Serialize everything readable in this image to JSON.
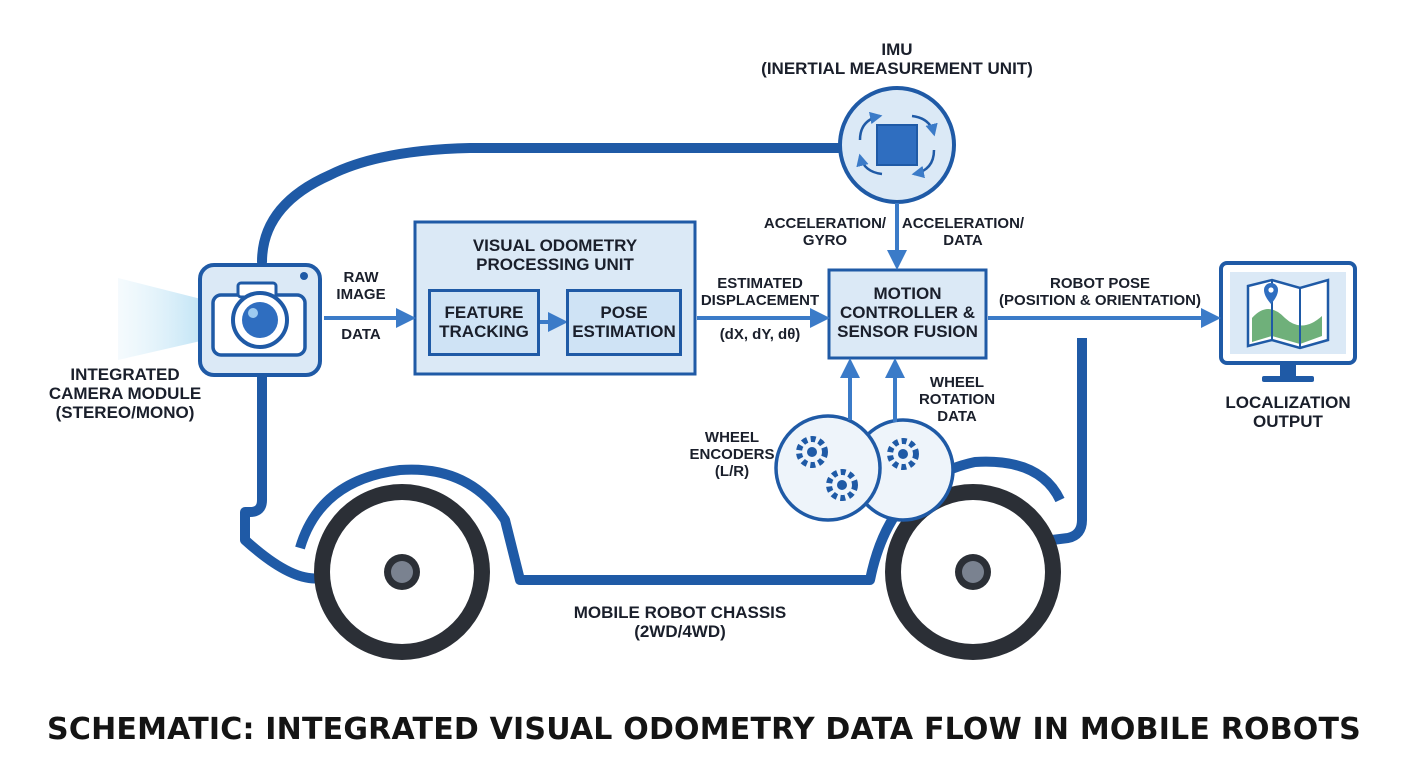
{
  "camera": {
    "label": "INTEGRATED\nCAMERA MODULE\n(STEREO/MONO)"
  },
  "raw_image": {
    "label_top": "RAW\nIMAGE",
    "label_bottom": "DATA"
  },
  "vo_unit": {
    "title": "VISUAL ODOMETRY\nPROCESSING UNIT",
    "feature_tracking": "FEATURE\nTRACKING",
    "pose_estimation": "POSE\nESTIMATION"
  },
  "displacement": {
    "label_top": "ESTIMATED\nDISPLACEMENT",
    "label_bottom": "(dX, dY, dθ)"
  },
  "imu": {
    "label": "IMU\n(INERTIAL MEASUREMENT UNIT)"
  },
  "accel_left": "ACCELERATION/\nGYRO",
  "accel_right": "ACCELERATION/\nDATA",
  "motion_controller": {
    "label": "MOTION\nCONTROLLER &\nSENSOR FUSION"
  },
  "robot_pose": {
    "label": "ROBOT POSE\n(POSITION & ORIENTATION)"
  },
  "localization": {
    "label": "LOCALIZATION\nOUTPUT"
  },
  "wheel_encoders": {
    "label": "WHEEL\nENCODERS\n(L/R)"
  },
  "wheel_rotation": {
    "label": "WHEEL\nROTATION\nDATA"
  },
  "chassis": {
    "label": "MOBILE ROBOT CHASSIS\n(2WD/4WD)"
  },
  "caption": "SCHEMATIC: INTEGRATED VISUAL ODOMETRY DATA FLOW IN MOBILE ROBOTS",
  "colors": {
    "primary": "#1f5aa6",
    "fill": "#dbe9f6",
    "accent": "#3b7bc8",
    "wheel": "#2b2f36"
  }
}
